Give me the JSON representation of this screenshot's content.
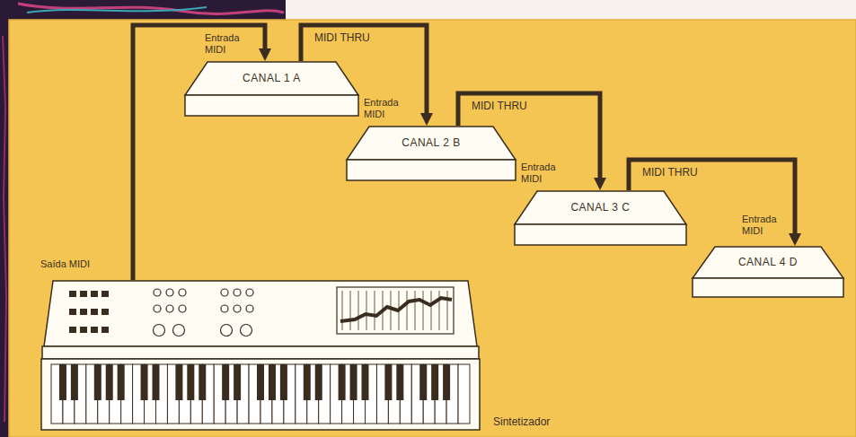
{
  "diagram": {
    "nodes": [
      {
        "text": [
          "CANAL 1 A"
        ]
      },
      {
        "text": [
          "CANAL 2 B"
        ]
      },
      {
        "text": [
          "CANAL 3 C"
        ]
      },
      {
        "text": [
          "CANAL 4 D"
        ]
      },
      {
        "text": [
          "Sintetizador"
        ]
      }
    ],
    "edges": [
      {
        "from": 4,
        "to": 0,
        "arrow": "to"
      },
      {
        "from": 0,
        "to": 1,
        "label": "MIDI THRU",
        "arrow": "to"
      },
      {
        "from": 1,
        "to": 2,
        "label": "MIDI THRU",
        "arrow": "to"
      },
      {
        "from": 2,
        "to": 3,
        "label": "MIDI THRU",
        "arrow": "to"
      }
    ],
    "labels": [
      "Saída MIDI",
      "Entrada MIDI",
      "Entrada MIDI",
      "Entrada MIDI",
      "Entrada MIDI"
    ]
  }
}
